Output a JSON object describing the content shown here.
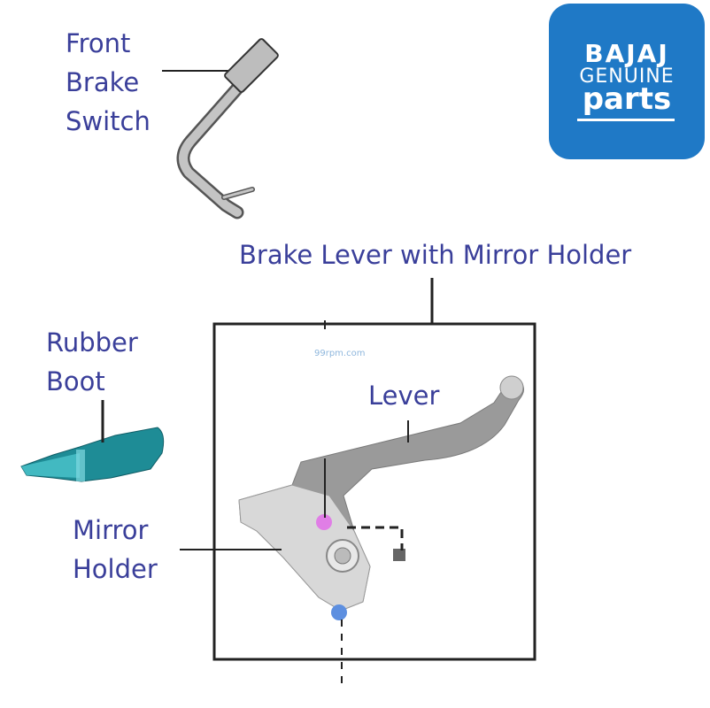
{
  "labels": {
    "front_brake_switch": [
      "Front",
      "Brake",
      "Switch"
    ],
    "brake_lever_with_mirror_holder": "Brake Lever with Mirror Holder",
    "rubber_boot": [
      "Rubber",
      "Boot"
    ],
    "lever": "Lever",
    "mirror_holder": [
      "Mirror",
      "Holder"
    ]
  },
  "logo": {
    "line1": "BAJAJ",
    "line2": "GENUINE",
    "line3": "parts"
  },
  "watermark": "99rpm.com",
  "colors": {
    "label_text": "#3a3f9a",
    "logo_bg": "#1f79c6",
    "boot": "#1e8c96",
    "pink_dot": "#e07ee6",
    "blue_dot": "#5d8fe0"
  }
}
